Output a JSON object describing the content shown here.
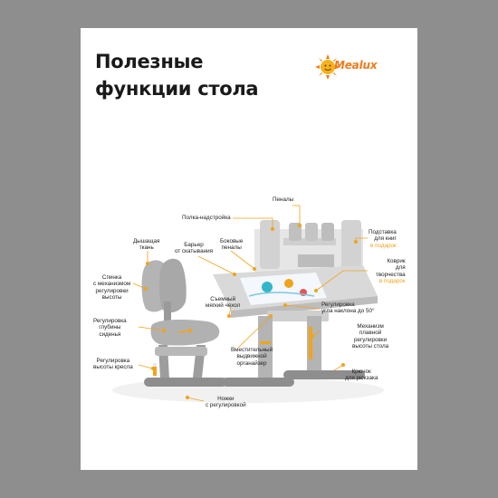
{
  "title_lines": [
    "Полезные",
    "функции стола"
  ],
  "brand": "Mealux",
  "callouts": {
    "penaly": "Пеналы",
    "polka": "Полка-надстройка",
    "podstavka": [
      "Подставка",
      "для книг"
    ],
    "podstavka_note": "в подарок",
    "dyshashchaya": [
      "Дышащая",
      "ткань"
    ],
    "barier": [
      "Барьер",
      "от скатывания"
    ],
    "bokovye": [
      "Боковые",
      "пеналы"
    ],
    "kovrik": [
      "Коврик",
      "для",
      "творчества"
    ],
    "kovrik_note": "в подарок",
    "spinka": [
      "Спинка",
      "с механизмом",
      "регулировки",
      "высоты"
    ],
    "chehol": [
      "Съемный",
      "мягкий чехол"
    ],
    "naklon": [
      "Регулировка",
      "угла наклона до 50°"
    ],
    "glubina": [
      "Регулировка",
      "глубины",
      "сиденья"
    ],
    "mehanizm": [
      "Механизм",
      "плавной",
      "регулировки",
      "высоты стола"
    ],
    "vysota_kresla": [
      "Регулировка",
      "высоты кресла"
    ],
    "organayzer": [
      "Вместительный",
      "выдвижной",
      "органайзер"
    ],
    "kryuchok": [
      "Крючок",
      "для рюкзака"
    ],
    "nozhki": [
      "Ножки",
      "с регулировкой"
    ]
  },
  "colors": {
    "background": "#8e8e8e",
    "card": "#ffffff",
    "accent": "#f0a419",
    "furniture_gray": "#a9a9a9",
    "furniture_dark": "#8d8d8d",
    "brand_orange": "#f07a1a"
  }
}
